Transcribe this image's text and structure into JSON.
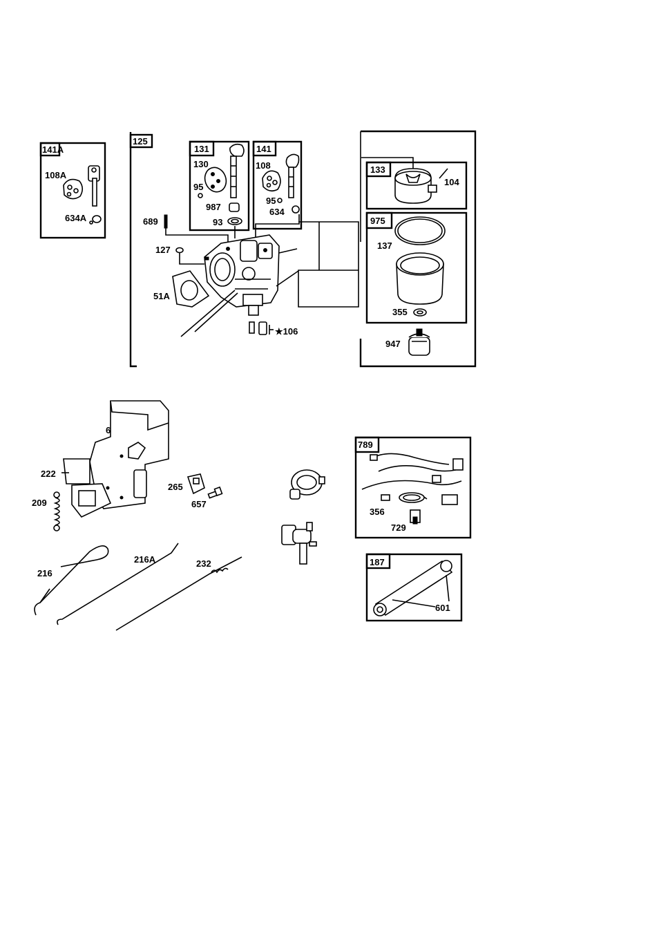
{
  "boxes": {
    "b141a": "141A",
    "b125": "125",
    "b131": "131",
    "b141": "141",
    "b133": "133",
    "b975": "975",
    "b789": "789",
    "b187": "187"
  },
  "labels": {
    "l108a": "108A",
    "l634a": "634A",
    "l130": "130",
    "l95a": "95",
    "l987": "987",
    "l93": "93",
    "l108": "108",
    "l95b": "95",
    "l634": "634",
    "l104": "104",
    "l137": "137",
    "l355": "355",
    "l947": "947",
    "l689": "689",
    "l127": "127",
    "l51a": "51A",
    "l106": "★106",
    "l663": "663",
    "l222": "222",
    "l209": "209",
    "l265": "265",
    "l657": "657",
    "l216": "216",
    "l216a": "216A",
    "l232": "232",
    "l356": "356",
    "l729": "729",
    "l601": "601"
  }
}
